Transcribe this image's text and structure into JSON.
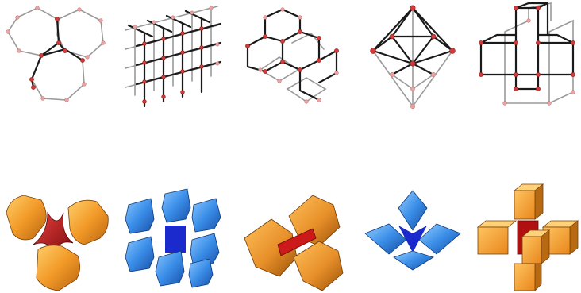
{
  "figure": {
    "top_row": [
      {
        "structure": "hexagonal-ring-network",
        "edge_colors": [
          "#1a1a1a",
          "#9a9a9a"
        ],
        "node_color": "#d43a3a"
      },
      {
        "structure": "cubic-grid-network",
        "edge_colors": [
          "#1a1a1a",
          "#9a9a9a"
        ],
        "node_color": "#d43a3a"
      },
      {
        "structure": "diamond-network",
        "edge_colors": [
          "#1a1a1a",
          "#9a9a9a"
        ],
        "node_color": "#d43a3a"
      },
      {
        "structure": "octahedral-network",
        "edge_colors": [
          "#1a1a1a",
          "#9a9a9a"
        ],
        "node_color": "#d43a3a"
      },
      {
        "structure": "cubic-cross-network",
        "edge_colors": [
          "#1a1a1a",
          "#9a9a9a"
        ],
        "node_color": "#d43a3a"
      }
    ],
    "bottom_row": [
      {
        "structure": "hexagonal-surface",
        "colors": [
          "#f0a030",
          "#c01818"
        ]
      },
      {
        "structure": "cubic-grid-surface",
        "colors": [
          "#3a8ee8",
          "#1a2acc"
        ]
      },
      {
        "structure": "diamond-surface",
        "colors": [
          "#e8902a",
          "#cc1a1a"
        ]
      },
      {
        "structure": "octahedral-surface",
        "colors": [
          "#3a8ee8",
          "#1a2acc"
        ]
      },
      {
        "structure": "cubic-cross-surface",
        "colors": [
          "#f5a030",
          "#b01010"
        ]
      }
    ]
  }
}
